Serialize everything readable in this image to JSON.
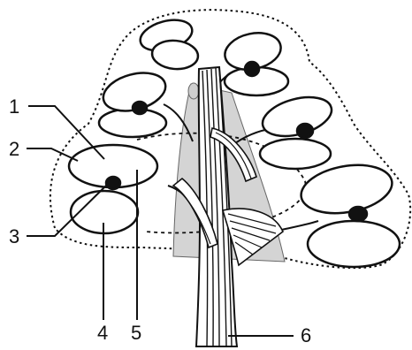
{
  "diagram": {
    "labels": [
      {
        "id": "label-1",
        "text": "1"
      },
      {
        "id": "label-2",
        "text": "2"
      },
      {
        "id": "label-3",
        "text": "3"
      },
      {
        "id": "label-4",
        "text": "4"
      },
      {
        "id": "label-5",
        "text": "5"
      },
      {
        "id": "label-6",
        "text": "6"
      }
    ],
    "colors": {
      "line": "#111111",
      "shaded_region": "#d4d4d4",
      "fill": "#ffffff"
    }
  }
}
